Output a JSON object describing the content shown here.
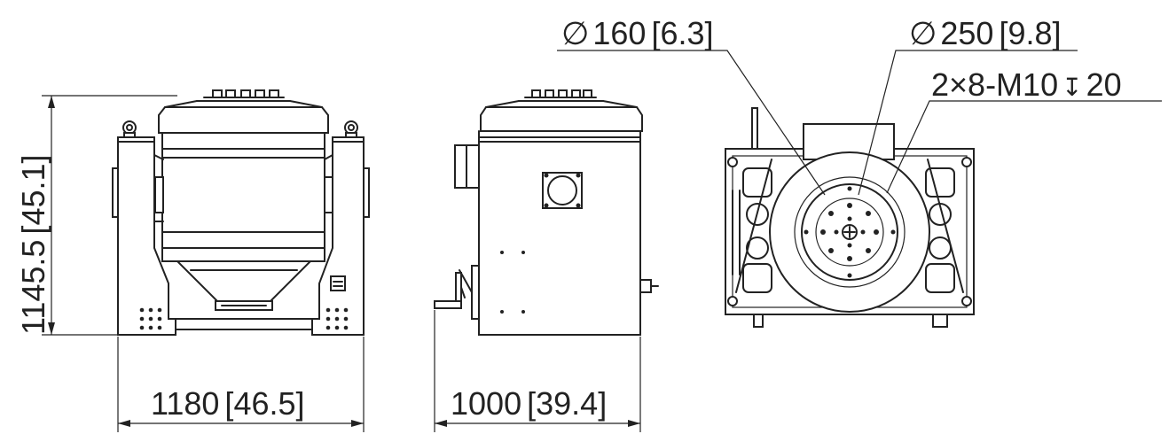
{
  "drawing": {
    "front_view": {
      "width_value": "1180",
      "width_inch": "46.5",
      "height_value": "1145.5",
      "height_inch": "45.1"
    },
    "side_view": {
      "depth_value": "1000",
      "depth_inch": "39.4"
    },
    "top_view": {
      "inner_dia_symbol": "∅",
      "inner_dia_value": "160",
      "inner_dia_inch": "6.3",
      "outer_dia_symbol": "∅",
      "outer_dia_value": "250",
      "outer_dia_inch": "9.8",
      "thread_spec": "2×8-M10",
      "depth_symbol": "↧",
      "thread_depth": "20"
    }
  },
  "colors": {
    "line": "#222222",
    "background": "#ffffff"
  }
}
